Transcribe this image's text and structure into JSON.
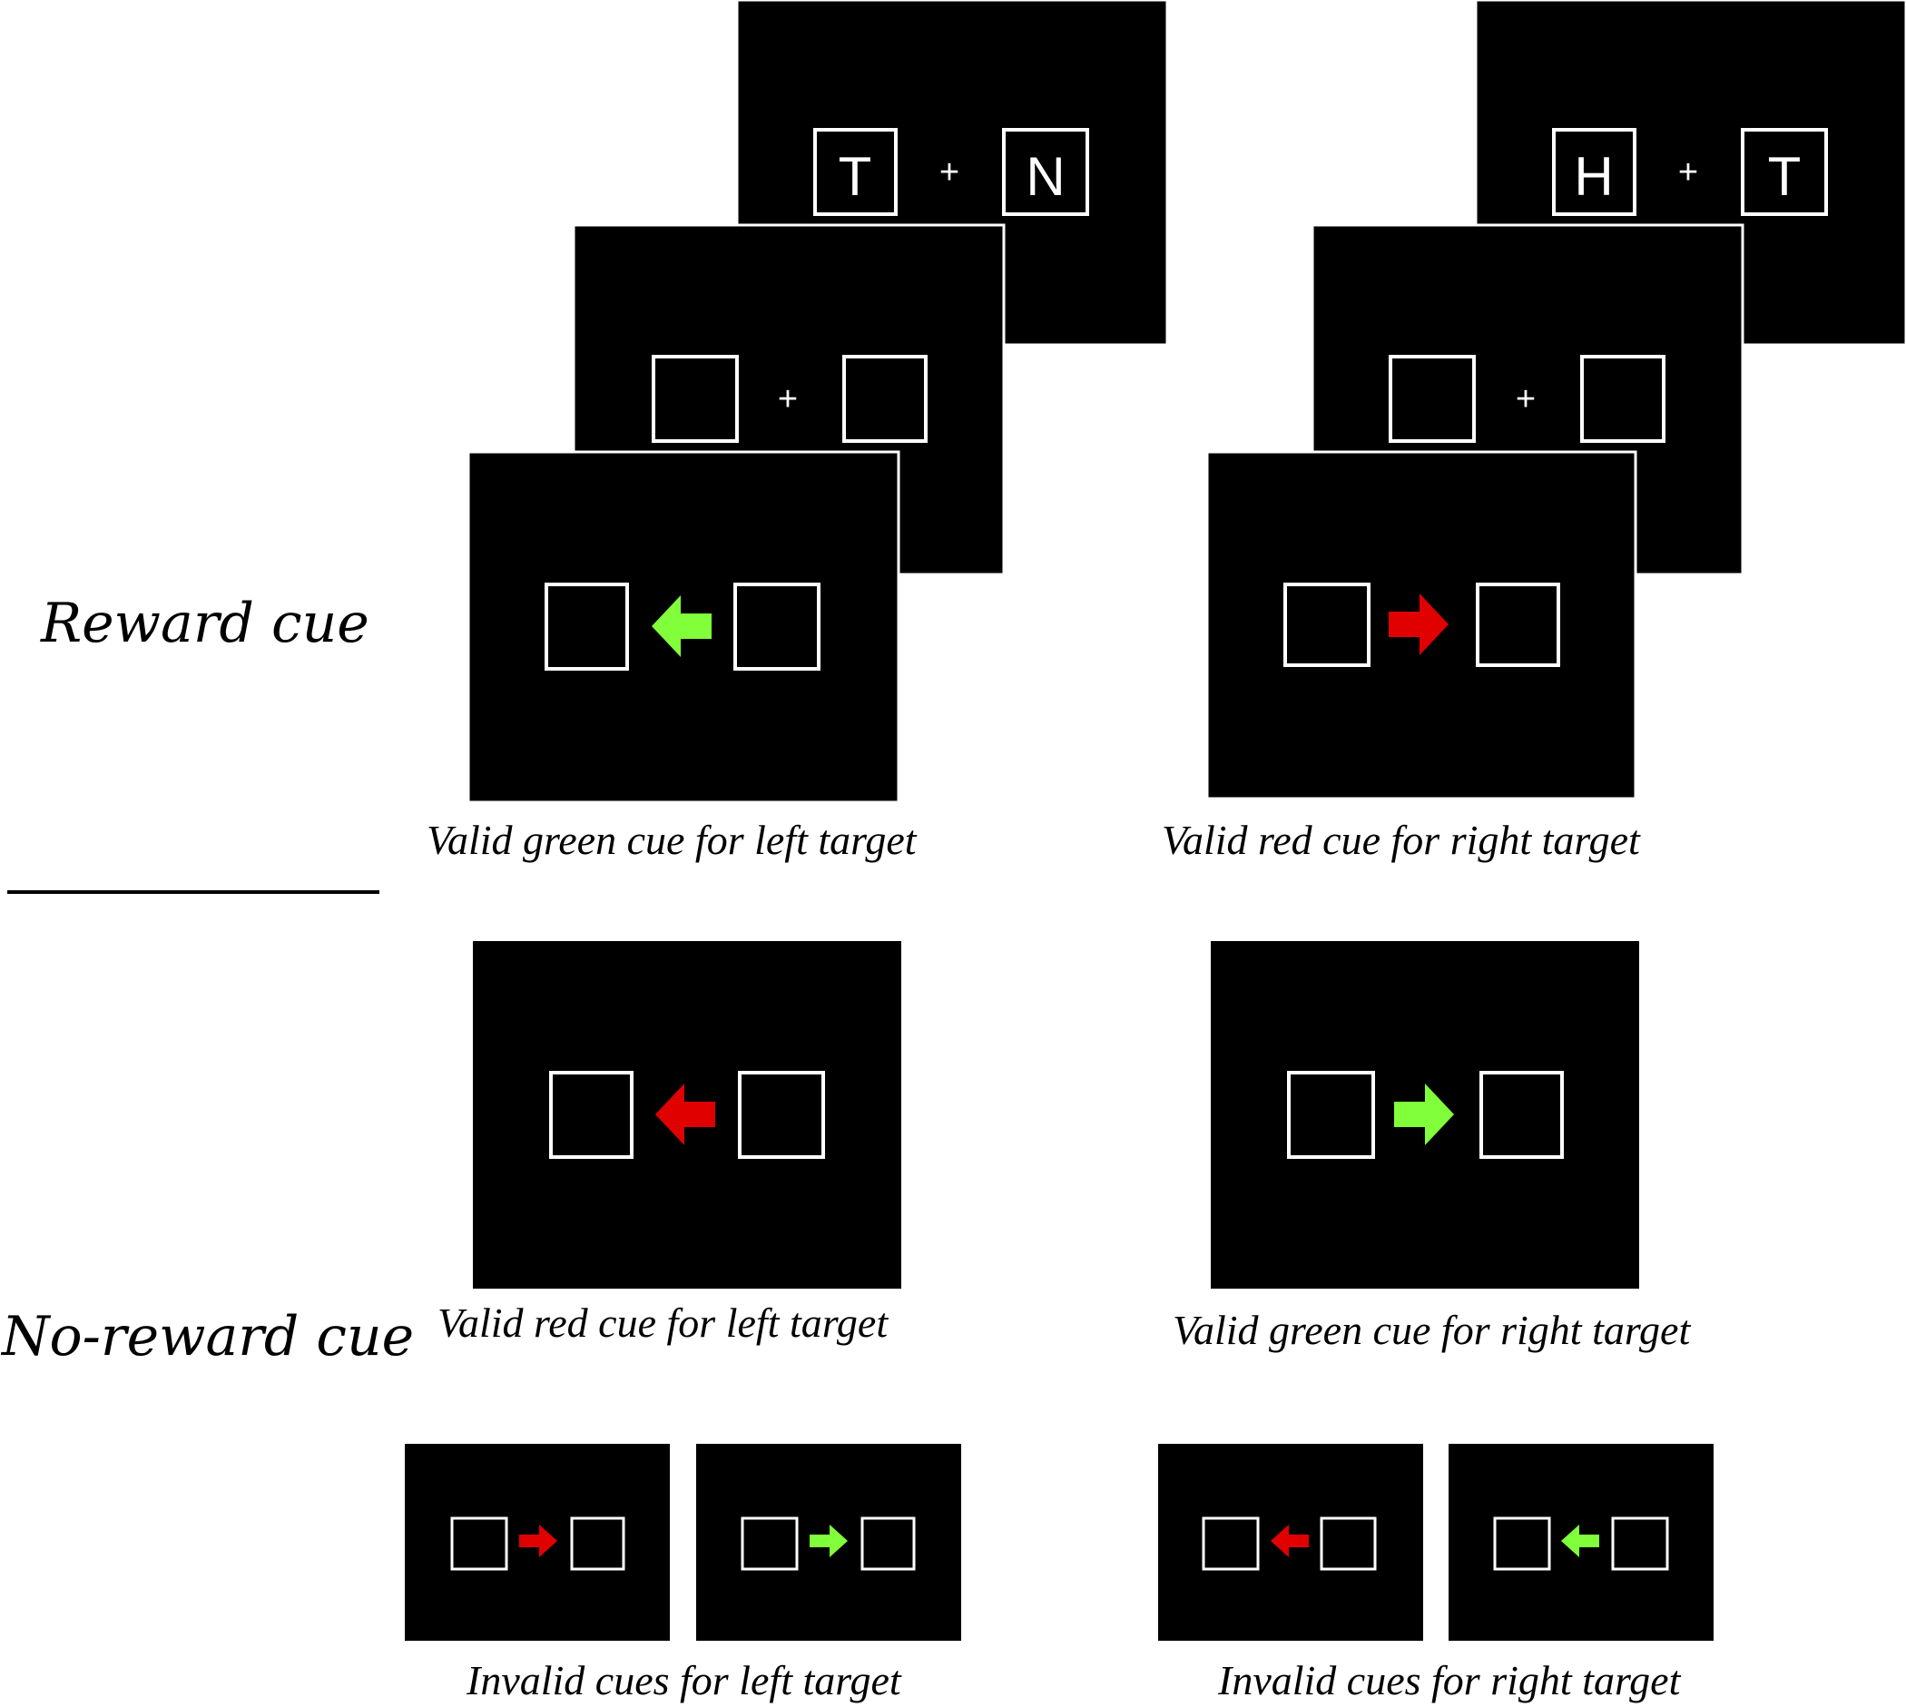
{
  "colors": {
    "background": "#ffffff",
    "screen": "#000000",
    "outline": "#ffffff",
    "green_cue": "#80ff3a",
    "red_cue": "#e00000"
  },
  "row_labels": {
    "reward": "Reward cue",
    "no_reward": "No-reward cue"
  },
  "sequences": [
    {
      "target_letters": [
        "T",
        "N"
      ],
      "fixation": "+",
      "cue": {
        "color": "green",
        "direction": "left"
      },
      "caption": "Valid green cue for left target"
    },
    {
      "target_letters": [
        "H",
        "T"
      ],
      "fixation": "+",
      "cue": {
        "color": "red",
        "direction": "right"
      },
      "caption": "Valid red cue for right target"
    }
  ],
  "no_reward_valid": [
    {
      "cue": {
        "color": "red",
        "direction": "left"
      },
      "caption": "Valid red cue for left target"
    },
    {
      "cue": {
        "color": "green",
        "direction": "right"
      },
      "caption": "Valid green cue for right target"
    }
  ],
  "invalid_groups": [
    {
      "screens": [
        {
          "color": "red",
          "direction": "right"
        },
        {
          "color": "green",
          "direction": "right"
        }
      ],
      "caption": "Invalid cues for left target"
    },
    {
      "screens": [
        {
          "color": "red",
          "direction": "left"
        },
        {
          "color": "green",
          "direction": "left"
        }
      ],
      "caption": "Invalid cues for right target"
    }
  ]
}
